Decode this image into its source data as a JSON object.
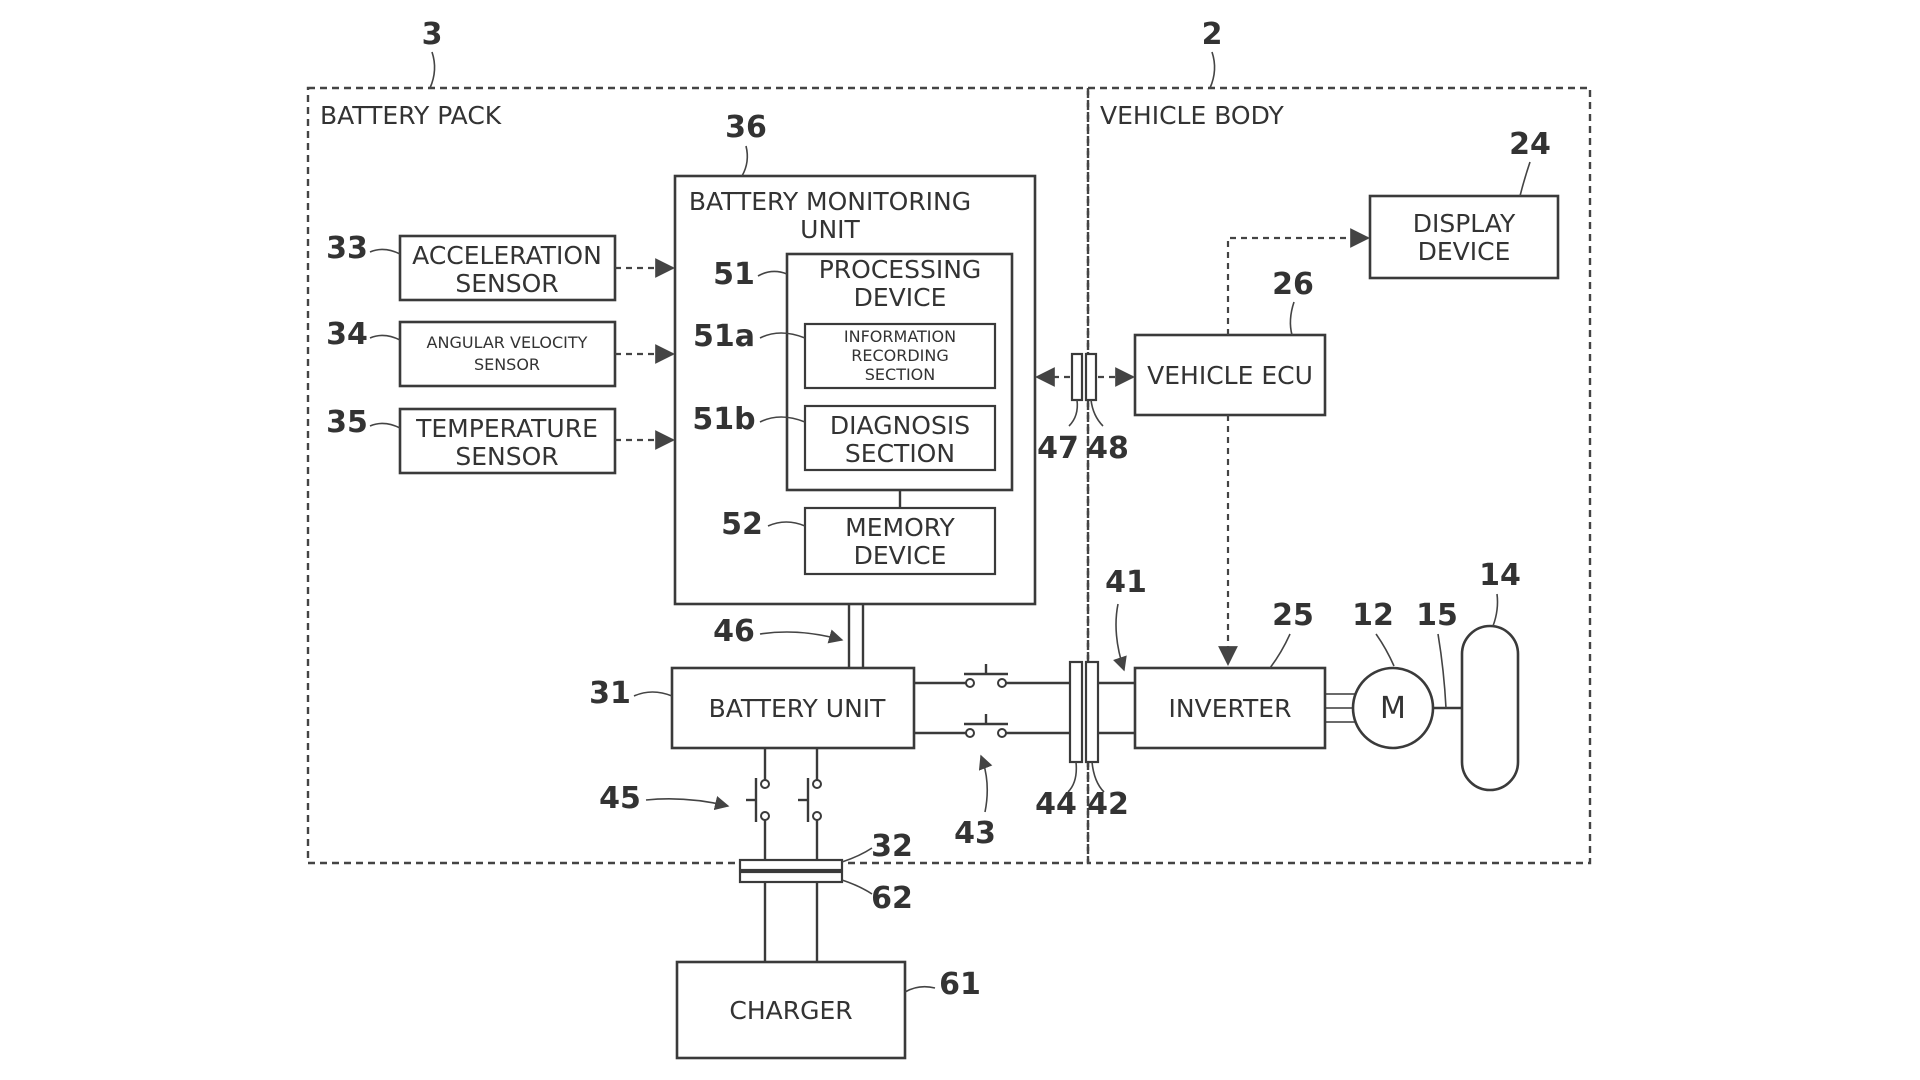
{
  "regions": {
    "battery_pack": {
      "label": "BATTERY PACK",
      "ref": "3"
    },
    "vehicle_body": {
      "label": "VEHICLE BODY",
      "ref": "2"
    }
  },
  "blocks": {
    "battery_monitoring_unit": {
      "line1": "BATTERY MONITORING",
      "line2": "UNIT",
      "ref": "36"
    },
    "processing_device": {
      "line1": "PROCESSING",
      "line2": "DEVICE",
      "ref": "51"
    },
    "information_recording": {
      "line1": "INFORMATION",
      "line2": "RECORDING",
      "line3": "SECTION",
      "ref": "51a"
    },
    "diagnosis_section": {
      "line1": "DIAGNOSIS",
      "line2": "SECTION",
      "ref": "51b"
    },
    "memory_device": {
      "line1": "MEMORY",
      "line2": "DEVICE",
      "ref": "52"
    },
    "acceleration_sensor": {
      "line1": "ACCELERATION",
      "line2": "SENSOR",
      "ref": "33"
    },
    "angular_velocity_sensor": {
      "line1": "ANGULAR VELOCITY",
      "line2": "SENSOR",
      "ref": "34"
    },
    "temperature_sensor": {
      "line1": "TEMPERATURE",
      "line2": "SENSOR",
      "ref": "35"
    },
    "battery_unit": {
      "label": "BATTERY UNIT",
      "ref": "31"
    },
    "charger": {
      "label": "CHARGER",
      "ref": "61"
    },
    "display_device": {
      "line1": "DISPLAY",
      "line2": "DEVICE",
      "ref": "24"
    },
    "vehicle_ecu": {
      "label": "VEHICLE ECU",
      "ref": "26"
    },
    "inverter": {
      "label": "INVERTER",
      "ref": "25"
    },
    "motor": {
      "label": "M",
      "ref": "12"
    },
    "wheel": {
      "ref": "14"
    }
  },
  "refs": {
    "shaft": "15",
    "connector_47": "47",
    "connector_48": "48",
    "power_line_41": "41",
    "connector_44": "44",
    "connector_42": "42",
    "relay_43": "43",
    "relay_45": "45",
    "signal_line_46": "46",
    "connector_32": "32",
    "connector_62": "62"
  }
}
